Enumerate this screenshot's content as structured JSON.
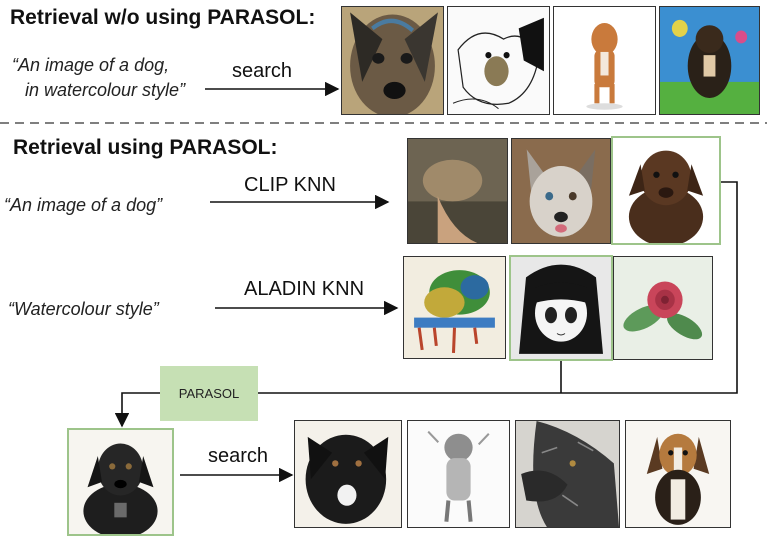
{
  "top": {
    "heading": "Retrieval w/o using PARASOL:",
    "query_line1": "“An image of a dog,",
    "query_line2": "in watercolour style”",
    "arrow_label": "search",
    "results": [
      "dog-watercolour-closeup",
      "dog-line-sketch",
      "boxer-dog-drawing",
      "dog-colourful-painting"
    ]
  },
  "bottom": {
    "heading": "Retrieval using PARASOL:",
    "clip": {
      "query": "“An image of a dog”",
      "label": "CLIP KNN",
      "results": [
        "dog-photo-blurry",
        "border-collie-photo",
        "chocolate-labrador-photo"
      ]
    },
    "aladin": {
      "query": "“Watercolour style”",
      "label": "ALADIN KNN",
      "results": [
        "watercolour-landscape",
        "manga-girl-drawing",
        "watercolour-rose"
      ]
    },
    "parasol_label": "PARASOL",
    "query_image": "black-dog-watercolour",
    "search_label": "search",
    "final_results": [
      "black-dog-painting",
      "dog-pencil-sketch",
      "wolfhound-drawing",
      "beagle-watercolour"
    ]
  },
  "colors": {
    "selection_border": "#9dc48a",
    "parasol_fill": "#c6e0b4",
    "divider": "#555555"
  }
}
